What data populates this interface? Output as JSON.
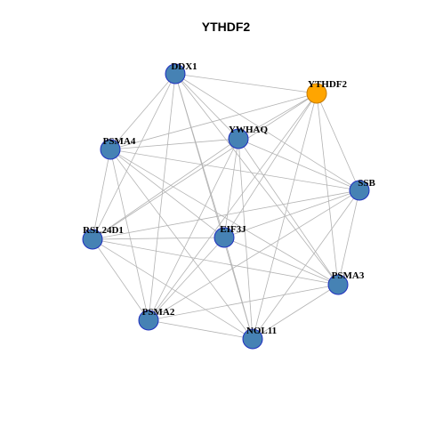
{
  "title": "YTHDF2",
  "colors": {
    "default_node": "#4682b4",
    "highlight_node": "#ffa500",
    "node_border": "#1f2fbf",
    "highlight_border": "#c47a00",
    "edge": "#b3b3b3"
  },
  "nodes": [
    {
      "id": "DDX1",
      "label": "DDX1",
      "highlight": false
    },
    {
      "id": "YTHDF2",
      "label": "YTHDF2",
      "highlight": true
    },
    {
      "id": "PSMA4",
      "label": "PSMA4",
      "highlight": false
    },
    {
      "id": "YWHAQ",
      "label": "YWHAQ",
      "highlight": false
    },
    {
      "id": "SSB",
      "label": "SSB",
      "highlight": false
    },
    {
      "id": "RSL24D1",
      "label": "RSL24D1",
      "highlight": false
    },
    {
      "id": "EIF3J",
      "label": "EIF3J",
      "highlight": false
    },
    {
      "id": "PSMA3",
      "label": "PSMA3",
      "highlight": false
    },
    {
      "id": "PSMA2",
      "label": "PSMA2",
      "highlight": false
    },
    {
      "id": "NOL11",
      "label": "NOL11",
      "highlight": false
    }
  ],
  "edges": [
    [
      "DDX1",
      "YTHDF2"
    ],
    [
      "DDX1",
      "PSMA4"
    ],
    [
      "DDX1",
      "YWHAQ"
    ],
    [
      "DDX1",
      "SSB"
    ],
    [
      "DDX1",
      "EIF3J"
    ],
    [
      "DDX1",
      "PSMA2"
    ],
    [
      "DDX1",
      "NOL11"
    ],
    [
      "DDX1",
      "RSL24D1"
    ],
    [
      "DDX1",
      "PSMA3"
    ],
    [
      "YTHDF2",
      "YWHAQ"
    ],
    [
      "YTHDF2",
      "PSMA4"
    ],
    [
      "YTHDF2",
      "SSB"
    ],
    [
      "YTHDF2",
      "EIF3J"
    ],
    [
      "YTHDF2",
      "RSL24D1"
    ],
    [
      "YTHDF2",
      "PSMA3"
    ],
    [
      "YTHDF2",
      "NOL11"
    ],
    [
      "YTHDF2",
      "PSMA2"
    ],
    [
      "PSMA4",
      "YWHAQ"
    ],
    [
      "PSMA4",
      "SSB"
    ],
    [
      "PSMA4",
      "EIF3J"
    ],
    [
      "PSMA4",
      "RSL24D1"
    ],
    [
      "PSMA4",
      "PSMA3"
    ],
    [
      "PSMA4",
      "PSMA2"
    ],
    [
      "PSMA4",
      "NOL11"
    ],
    [
      "YWHAQ",
      "SSB"
    ],
    [
      "YWHAQ",
      "RSL24D1"
    ],
    [
      "YWHAQ",
      "EIF3J"
    ],
    [
      "YWHAQ",
      "PSMA3"
    ],
    [
      "YWHAQ",
      "PSMA2"
    ],
    [
      "YWHAQ",
      "NOL11"
    ],
    [
      "SSB",
      "RSL24D1"
    ],
    [
      "SSB",
      "EIF3J"
    ],
    [
      "SSB",
      "PSMA3"
    ],
    [
      "SSB",
      "PSMA2"
    ],
    [
      "SSB",
      "NOL11"
    ],
    [
      "RSL24D1",
      "EIF3J"
    ],
    [
      "RSL24D1",
      "PSMA3"
    ],
    [
      "RSL24D1",
      "PSMA2"
    ],
    [
      "RSL24D1",
      "NOL11"
    ],
    [
      "EIF3J",
      "PSMA3"
    ],
    [
      "EIF3J",
      "PSMA2"
    ],
    [
      "EIF3J",
      "NOL11"
    ],
    [
      "PSMA3",
      "PSMA2"
    ],
    [
      "PSMA3",
      "NOL11"
    ],
    [
      "PSMA2",
      "NOL11"
    ]
  ]
}
